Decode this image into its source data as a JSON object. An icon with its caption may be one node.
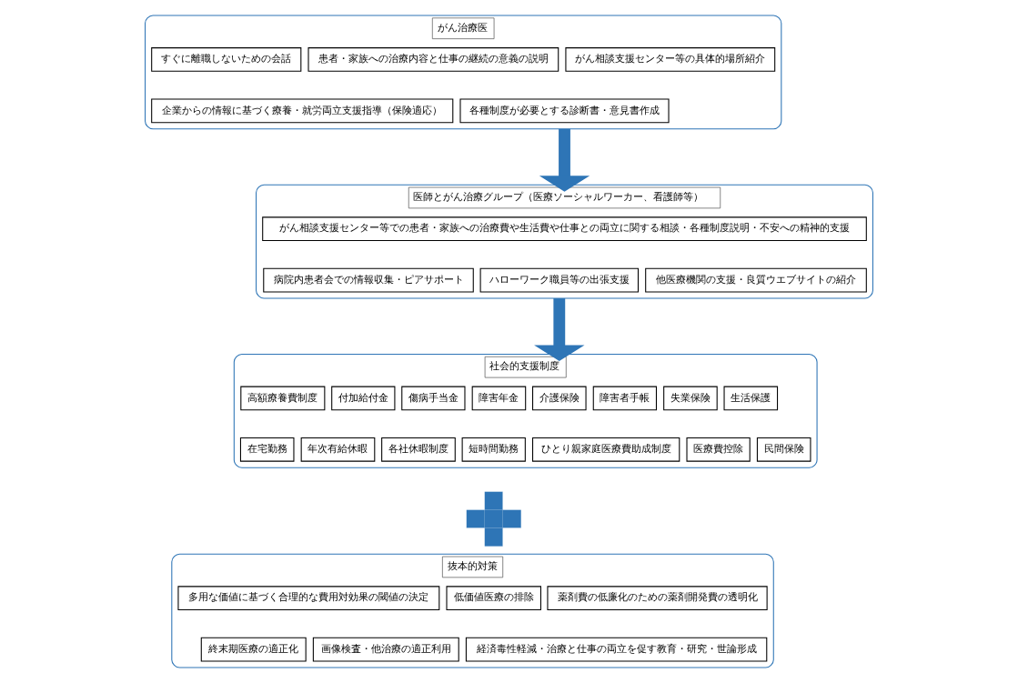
{
  "diagram": {
    "nodes": [
      {
        "text": [
          "がん治療医"
        ]
      },
      {
        "text": [
          "すぐに離職しないための会話"
        ],
        "in": 0
      },
      {
        "text": [
          "患者・家族への治療内容と仕事の継続の意義の説明"
        ],
        "in": 0
      },
      {
        "text": [
          "がん相談支援センター等の具体的場所紹介"
        ],
        "in": 0
      },
      {
        "text": [
          "企業からの情報に基づく療養・就労両立支援指導（保険適応）"
        ],
        "in": 0
      },
      {
        "text": [
          "各種制度が必要とする診断書・意見書作成"
        ],
        "in": 0
      },
      {
        "text": [
          "医師とがん治療グループ（医療ソーシャルワーカー、看護師等）"
        ]
      },
      {
        "text": [
          "がん相談支援センター等での患者・家族への治療費や生活費や仕事との両立に関する相談・各種制度説明・不安への精神的支援"
        ],
        "in": 6
      },
      {
        "text": [
          "病院内患者会での情報収集・ピアサポート"
        ],
        "in": 6
      },
      {
        "text": [
          "ハローワーク職員等の出張支援"
        ],
        "in": 6
      },
      {
        "text": [
          "他医療機関の支援・良質ウエブサイトの紹介"
        ],
        "in": 6
      },
      {
        "text": [
          "社会的支援制度"
        ]
      },
      {
        "text": [
          "高額療養費制度"
        ],
        "in": 11
      },
      {
        "text": [
          "付加給付金"
        ],
        "in": 11
      },
      {
        "text": [
          "傷病手当金"
        ],
        "in": 11
      },
      {
        "text": [
          "障害年金"
        ],
        "in": 11
      },
      {
        "text": [
          "介護保険"
        ],
        "in": 11
      },
      {
        "text": [
          "障害者手帳"
        ],
        "in": 11
      },
      {
        "text": [
          "失業保険"
        ],
        "in": 11
      },
      {
        "text": [
          "生活保護"
        ],
        "in": 11
      },
      {
        "text": [
          "在宅勤務"
        ],
        "in": 11
      },
      {
        "text": [
          "年次有給休暇"
        ],
        "in": 11
      },
      {
        "text": [
          "各社休暇制度"
        ],
        "in": 11
      },
      {
        "text": [
          "短時間勤務"
        ],
        "in": 11
      },
      {
        "text": [
          "ひとり親家庭医療費助成制度"
        ],
        "in": 11
      },
      {
        "text": [
          "医療費控除"
        ],
        "in": 11
      },
      {
        "text": [
          "民間保険"
        ],
        "in": 11
      },
      {
        "text": [],
        "shape": "plus"
      },
      {
        "text": [
          "抜本的対策"
        ]
      },
      {
        "text": [
          "多用な価値に基づく合理的な費用対効果の閾値の決定"
        ],
        "in": 28
      },
      {
        "text": [
          "低価値医療の排除"
        ],
        "in": 28
      },
      {
        "text": [
          "薬剤費の低廉化のための薬剤開発費の透明化"
        ],
        "in": 28
      },
      {
        "text": [
          "終末期医療の適正化"
        ],
        "in": 28
      },
      {
        "text": [
          "画像検査・他治療の適正利用"
        ],
        "in": 28
      },
      {
        "text": [
          "経済毒性軽減・治療と仕事の両立を促す教育・研究・世論形成"
        ],
        "in": 28
      }
    ],
    "edges": [
      {
        "from": 0,
        "to": 6,
        "arrow": "to"
      },
      {
        "from": 6,
        "to": 11,
        "arrow": "to"
      }
    ]
  }
}
